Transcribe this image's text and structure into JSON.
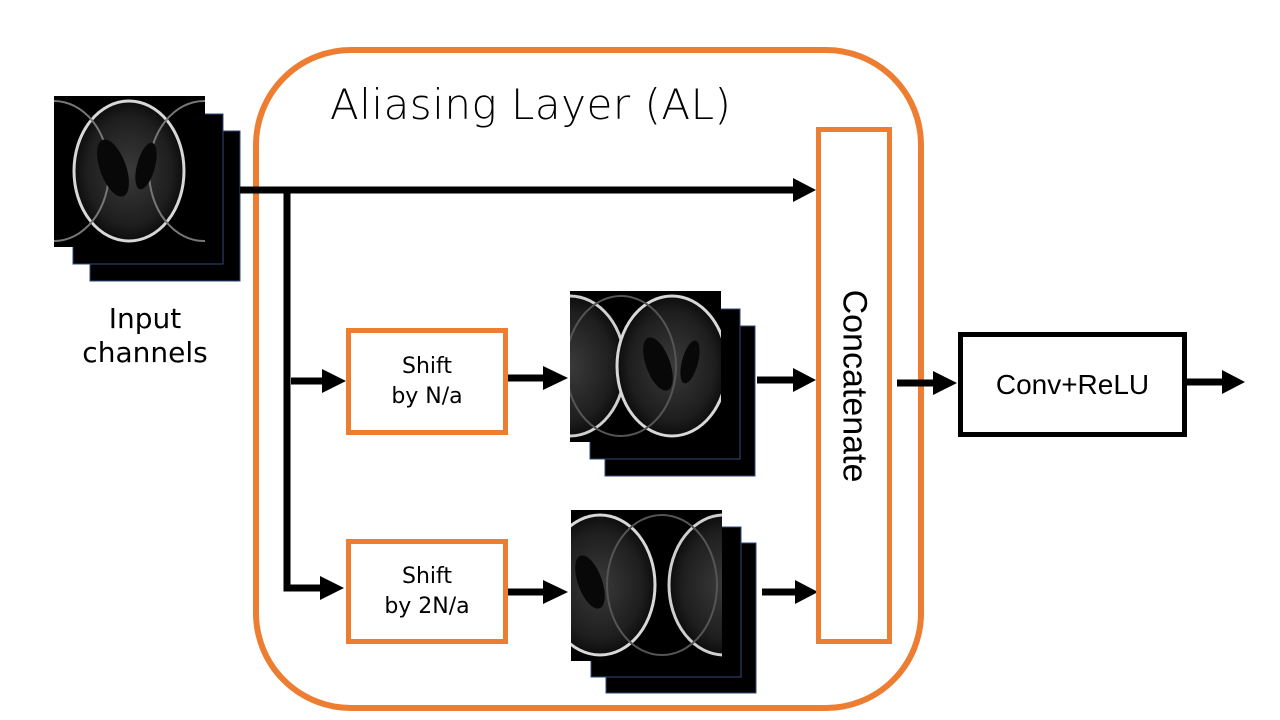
{
  "colors": {
    "accent": "#ED7D31",
    "line": "#000000",
    "stack_border": "#2F4A7A",
    "background": "#FFFFFF"
  },
  "aliasing_layer": {
    "title": "Aliasing Layer (AL)"
  },
  "input": {
    "label_line1": "Input",
    "label_line2": "channels",
    "stack_count": 3
  },
  "shift_blocks": [
    {
      "line1": "Shift",
      "line2": "by N/a"
    },
    {
      "line1": "Shift",
      "line2": "by 2N/a"
    }
  ],
  "concatenate": {
    "label": "Concatenate"
  },
  "conv": {
    "label": "Conv+ReLU"
  }
}
